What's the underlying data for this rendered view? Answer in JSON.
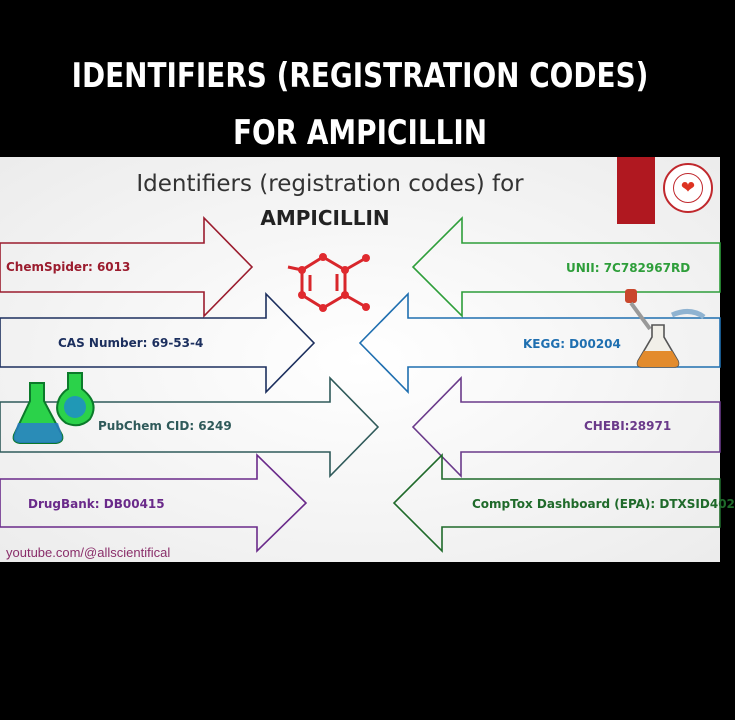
{
  "caption": {
    "text": "Identifiers (Registration Codes) for Ampicillin"
  },
  "panel": {
    "title_line1": "Identifiers (registration codes) for",
    "title_line2": "AMPICILLIN",
    "footer": "youtube.com/@allscientifical"
  },
  "identifiers_left": [
    {
      "label": "ChemSpider: 6013",
      "color": "#9b1c2e"
    },
    {
      "label": "CAS Number: 69-53-4",
      "color": "#1c2f5e"
    },
    {
      "label": "PubChem CID: 6249",
      "color": "#2f5a5a"
    },
    {
      "label": "DrugBank: DB00415",
      "color": "#6a2a8a"
    }
  ],
  "identifiers_right": [
    {
      "label": "UNII: 7C782967RD",
      "color": "#2e9e3a"
    },
    {
      "label": "KEGG: D00204",
      "color": "#1f6fb0"
    },
    {
      "label": "CHEBI:28971",
      "color": "#6a3a8a"
    },
    {
      "label": "CompTox Dashboard (EPA): DTXSID402",
      "color": "#1f6a2a"
    }
  ],
  "icons": {
    "molecule": "benzene-molecule-icon",
    "flasks": "lab-flasks-icon",
    "dropper": "dropper-flask-icon",
    "seal": "heart-seal-logo"
  },
  "colors": {
    "background": "#000000",
    "panel": "#f6f6f6",
    "accent_red": "#b01820"
  }
}
